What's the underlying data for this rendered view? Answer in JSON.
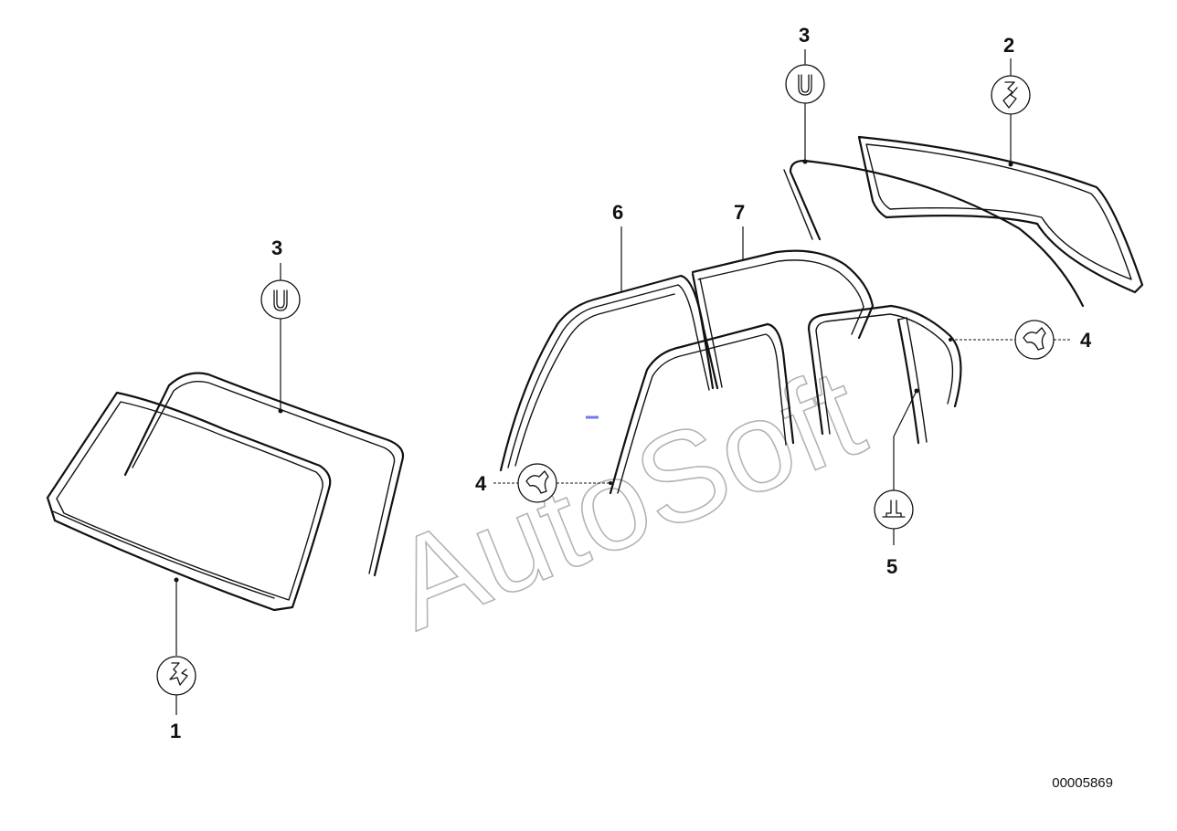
{
  "watermark": "AutoSoft",
  "drawing_number": "00005869",
  "callouts": {
    "c1": "1",
    "c2": "2",
    "c3a": "3",
    "c3b": "3",
    "c4a": "4",
    "c4b": "4",
    "c5": "5",
    "c6": "6",
    "c7": "7"
  }
}
